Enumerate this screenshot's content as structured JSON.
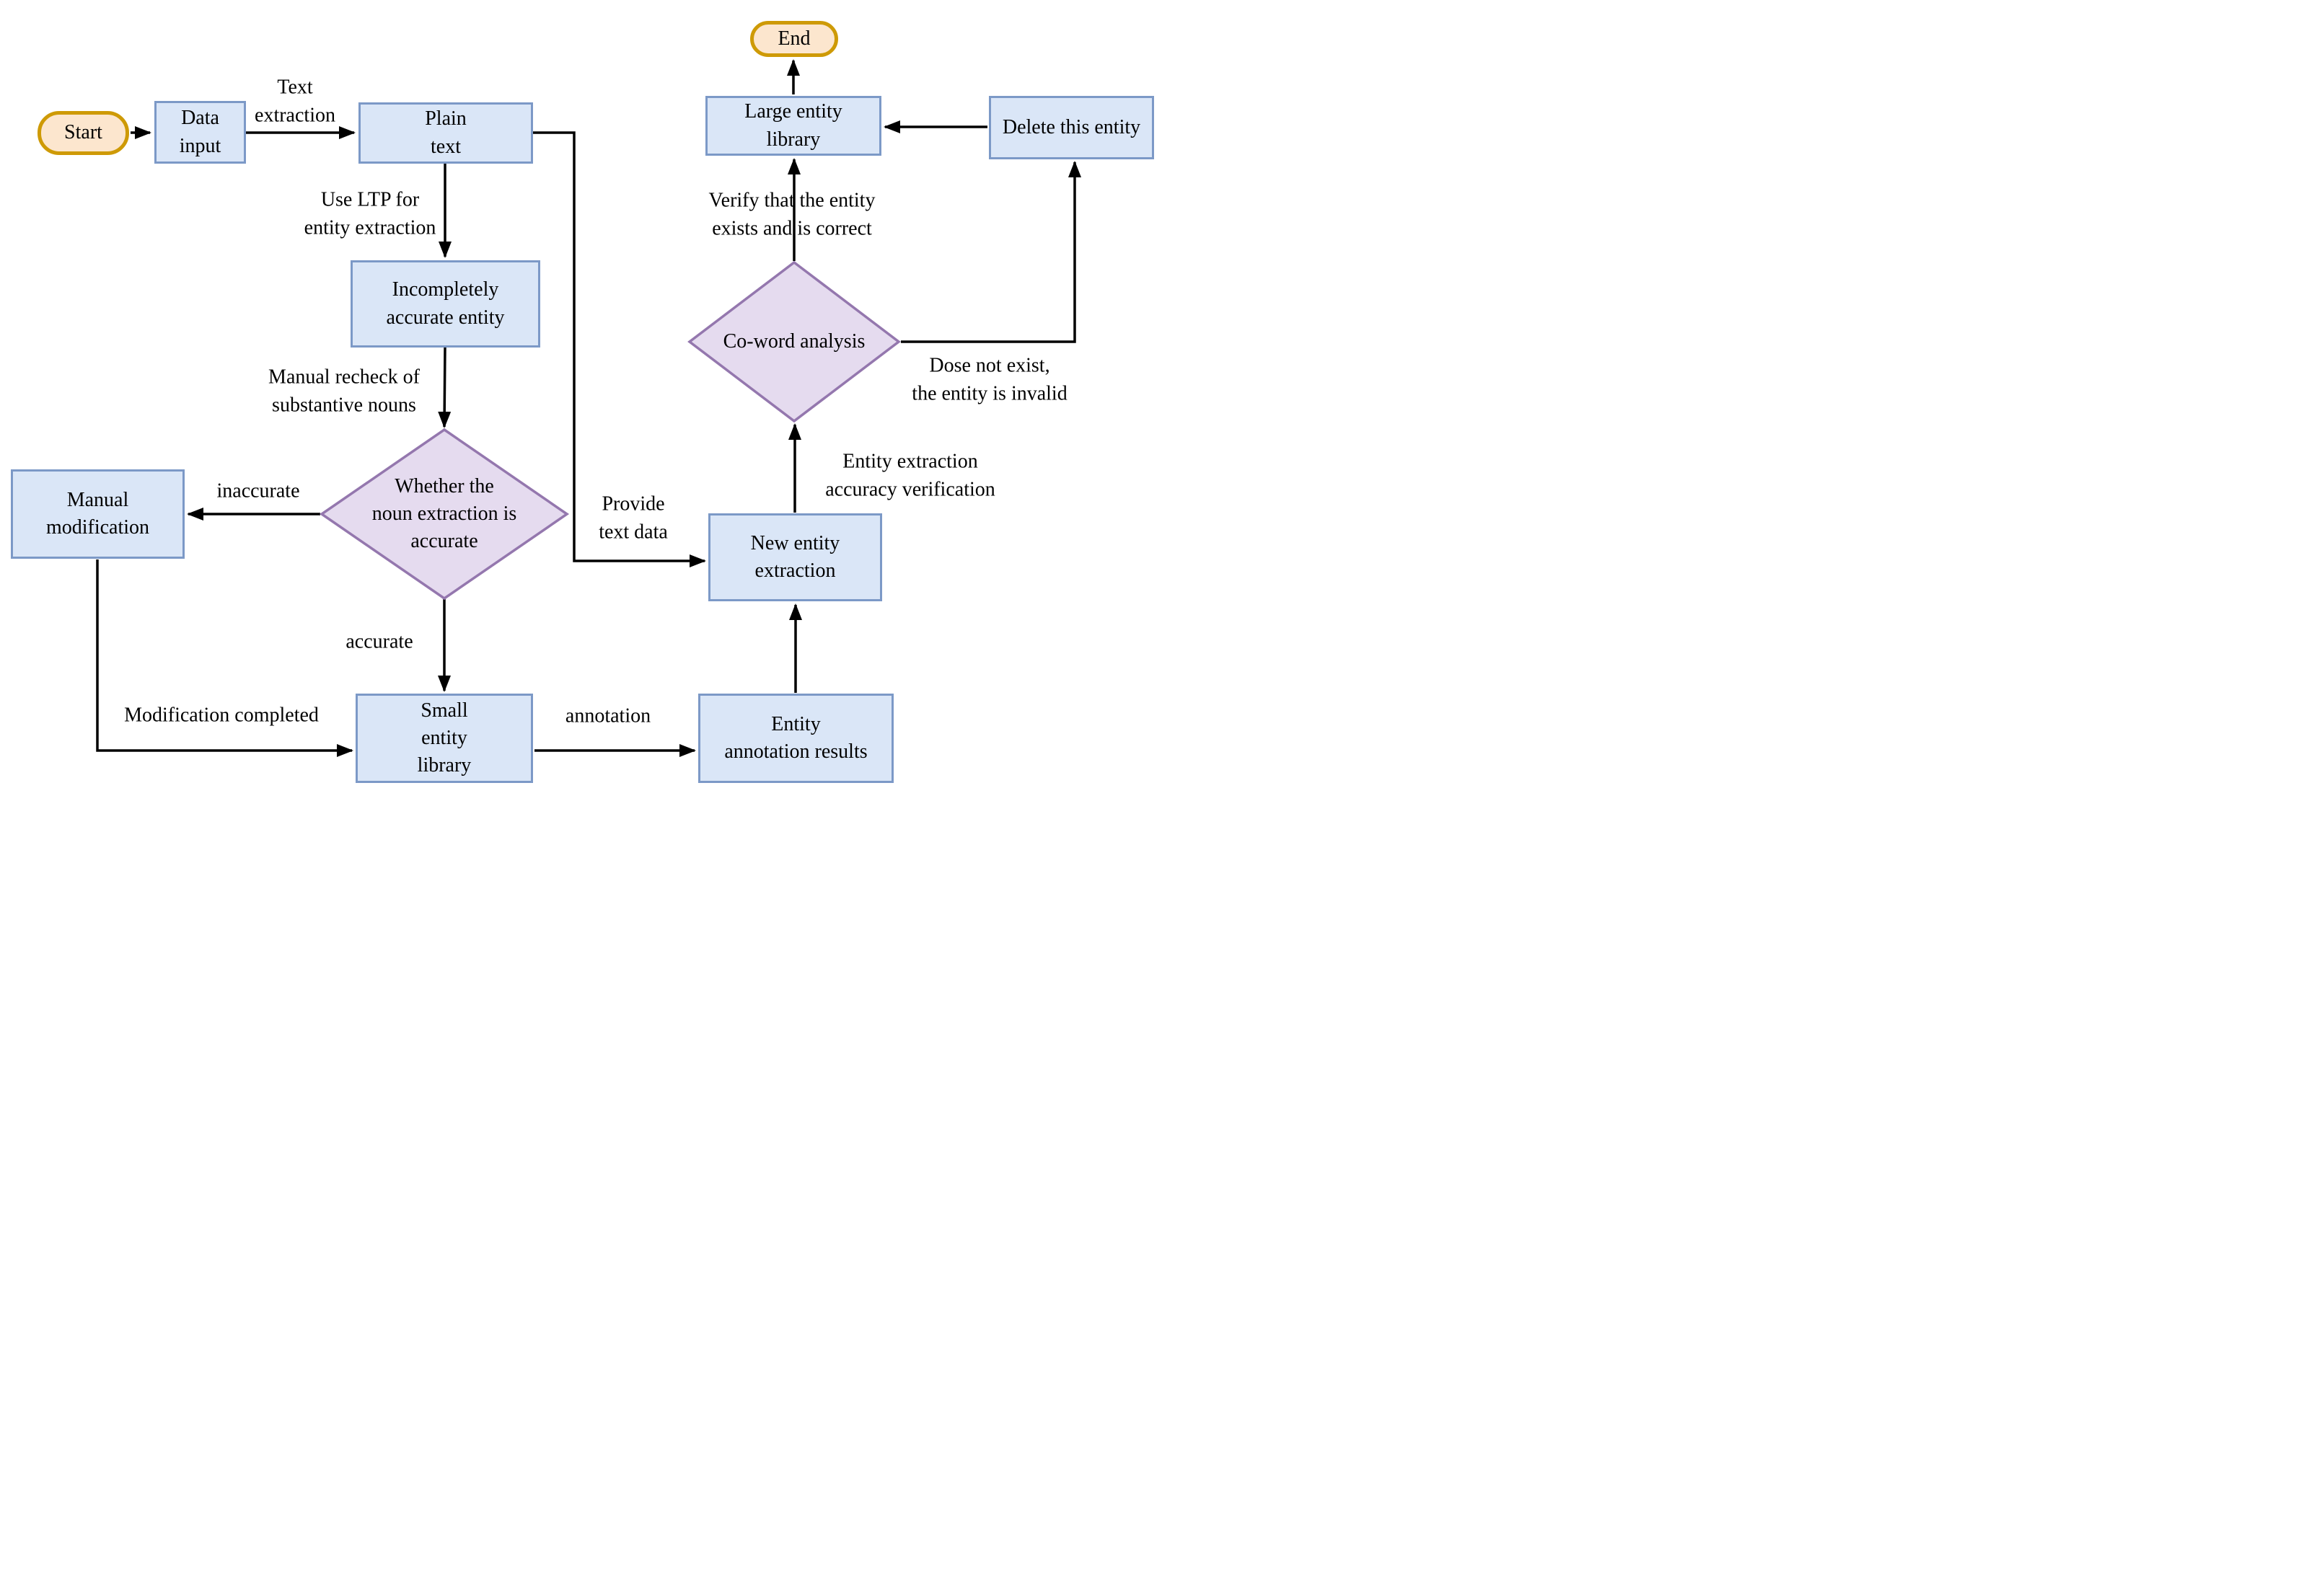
{
  "diagram": {
    "type": "flowchart",
    "description": "Entity extraction workflow flowchart"
  },
  "colors": {
    "process_fill": "#DAE6F7",
    "process_border": "#7C99C7",
    "terminal_fill": "#FCE6CE",
    "terminal_border": "#CE9A06",
    "decision_fill": "#E5DBEF",
    "decision_border": "#9477AE",
    "arrow": "#000000",
    "text": "#000000"
  },
  "nodes": {
    "start": {
      "label": "Start",
      "type": "terminal"
    },
    "data_input": {
      "label": "Data\ninput",
      "type": "process"
    },
    "plain_text": {
      "label": "Plain\ntext",
      "type": "process"
    },
    "incomplete_entity": {
      "label": "Incompletely\naccurate entity",
      "type": "process"
    },
    "noun_decision": {
      "label": "Whether the\nnoun extraction is\naccurate",
      "type": "decision"
    },
    "manual_modification": {
      "label": "Manual\nmodification",
      "type": "process"
    },
    "small_entity_library": {
      "label": "Small\nentity\nlibrary",
      "type": "process"
    },
    "entity_annotation_results": {
      "label": "Entity\nannotation results",
      "type": "process"
    },
    "new_entity_extraction": {
      "label": "New entity\nextraction",
      "type": "process"
    },
    "coword_analysis": {
      "label": "Co-word analysis",
      "type": "decision"
    },
    "large_entity_library": {
      "label": "Large entity\nlibrary",
      "type": "process"
    },
    "delete_entity": {
      "label": "Delete this entity",
      "type": "process"
    },
    "end": {
      "label": "End",
      "type": "terminal"
    }
  },
  "edge_labels": {
    "text_extraction": "Text\nextraction",
    "use_ltp": "Use LTP for\nentity extraction",
    "manual_recheck": "Manual recheck of\nsubstantive nouns",
    "inaccurate": "inaccurate",
    "accurate": "accurate",
    "modification_completed": "Modification completed",
    "annotation": "annotation",
    "provide_text_data": "Provide\ntext data",
    "accuracy_verification": "Entity extraction\naccuracy verification",
    "verify_entity": "Verify that the entity\nexists and is correct",
    "dose_not_exist": "Dose not exist,\nthe entity is invalid"
  }
}
